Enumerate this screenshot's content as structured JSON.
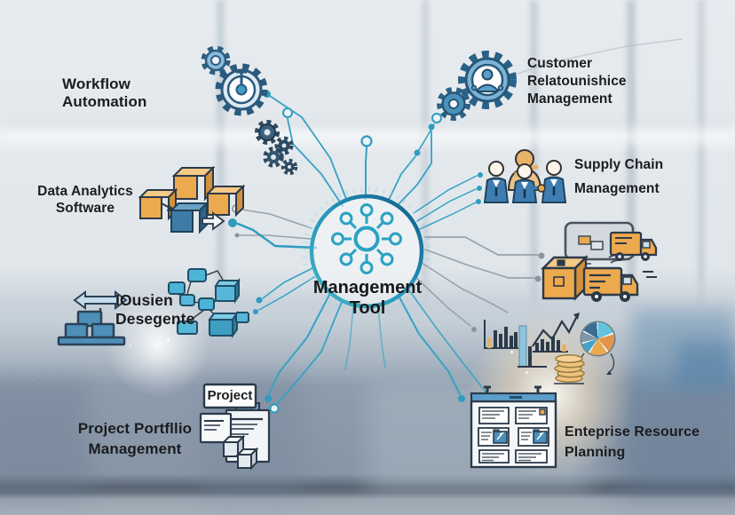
{
  "center": {
    "label": "Management Tool",
    "icon": "hub-network-icon"
  },
  "nodes": {
    "workflow": {
      "label": "Workflow Automation",
      "icon": "gears-icon"
    },
    "crm": {
      "line1": "Customer",
      "line2": "Relatounishice",
      "line3": "Management",
      "icon": "gear-person-icon"
    },
    "supply": {
      "line1": "Supply Chain",
      "line2": "Management",
      "icon": "business-team-icon"
    },
    "data_analytics": {
      "line1": "Data Analytics",
      "line2": "Software",
      "icon": "boxes-transfer-icon"
    },
    "iousien": {
      "line1": "IOusien",
      "line2": "Desegente",
      "icon": "stacked-boxes-arrow-icon"
    },
    "project": {
      "line1": "Project Portfllio",
      "line2": "Management",
      "card_label": "Project",
      "icon": "project-documents-icon"
    },
    "erp": {
      "line1": "Enteprise Resource",
      "line2": "Planning",
      "icon": "planning-board-icon"
    },
    "logistics": {
      "icon": "delivery-trucks-icon"
    },
    "charts": {
      "icon": "analytics-charts-icon"
    },
    "network": {
      "icon": "connected-nodes-icon"
    }
  },
  "colors": {
    "accent_teal": "#2FA3C6",
    "dark_navy": "#2B3A4A",
    "orange": "#E9A94F",
    "blue": "#4E90BA",
    "text": "#1B1C1E"
  }
}
